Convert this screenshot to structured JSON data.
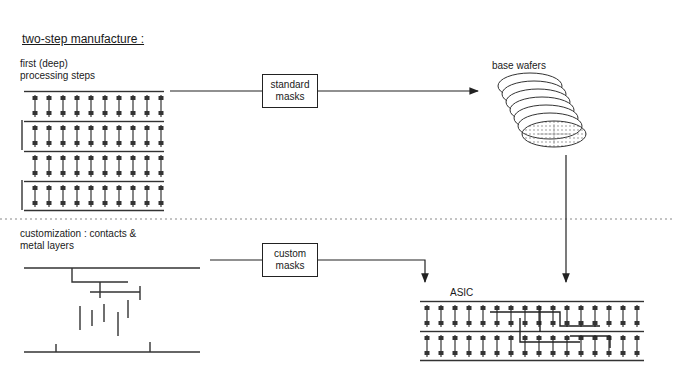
{
  "diagram": {
    "title": "two-step manufacture :",
    "nodes": [
      {
        "text": [
          "first (deep) processing steps"
        ]
      },
      {
        "text": [
          "standard masks"
        ]
      },
      {
        "text": [
          "base wafers"
        ]
      },
      {
        "text": [
          "customization : contacts & metal layers"
        ]
      },
      {
        "text": [
          "custom masks"
        ]
      },
      {
        "text": [
          "ASIC"
        ]
      }
    ],
    "edges": [
      {
        "from": 0,
        "to": 1,
        "arrow": "none"
      },
      {
        "from": 1,
        "to": 2,
        "arrow": "to"
      },
      {
        "from": 2,
        "to": 5,
        "arrow": "to"
      },
      {
        "from": 3,
        "to": 4,
        "arrow": "none"
      },
      {
        "from": 4,
        "to": 5,
        "arrow": "to"
      }
    ]
  }
}
